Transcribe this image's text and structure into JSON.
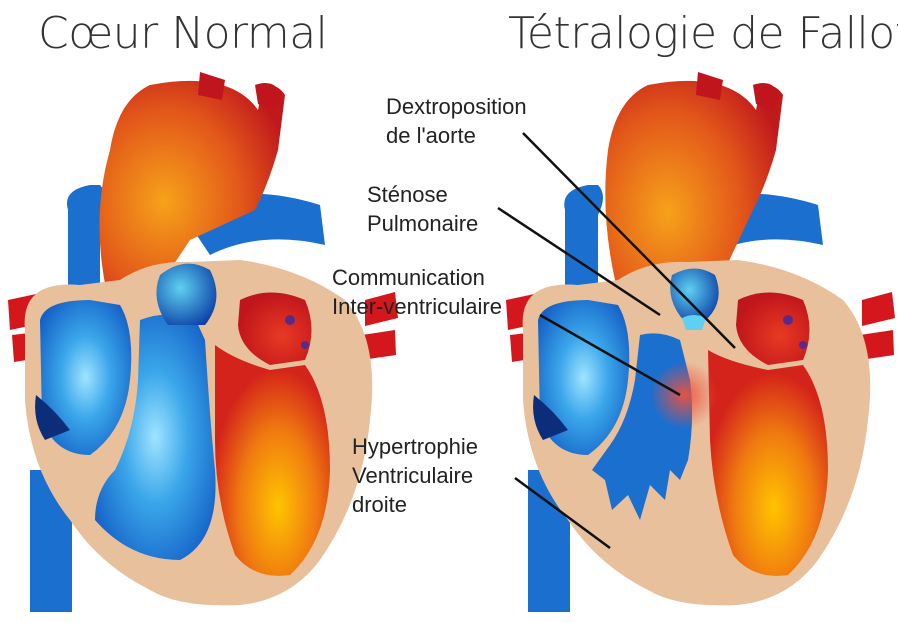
{
  "titles": {
    "normal": "Cœur Normal",
    "fallot": "Tétralogie de Fallot"
  },
  "labels": {
    "dextroposition": [
      "Dextroposition",
      "de l'aorte"
    ],
    "stenose": [
      "Sténose",
      "Pulmonaire"
    ],
    "communication": [
      "Communication",
      "Inter-ventriculaire"
    ],
    "hypertrophie": [
      "Hypertrophie",
      "Ventriculaire",
      "droite"
    ]
  },
  "colors": {
    "oxygenated": "#d4171c",
    "deoxygenated": "#1a6fcf",
    "myocardium": "#e8c09c",
    "defect_highlight": "#f0503c"
  }
}
